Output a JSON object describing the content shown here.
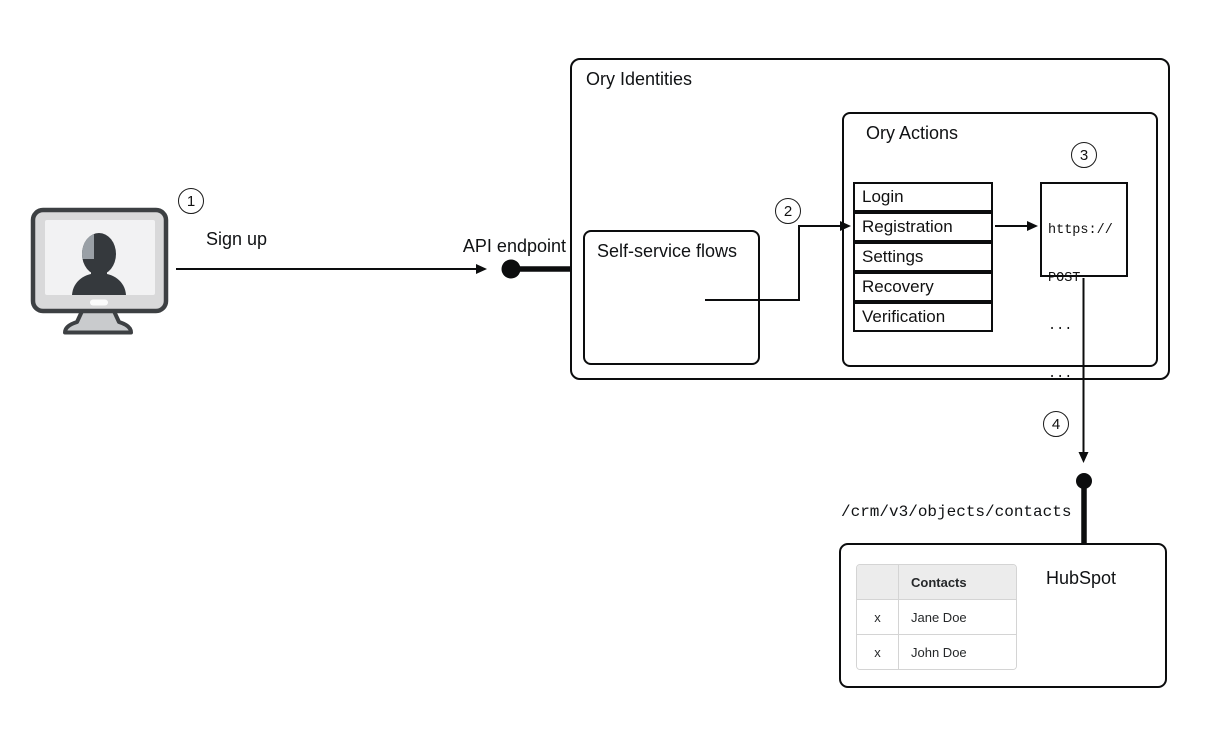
{
  "steps": {
    "s1": "1",
    "s2": "2",
    "s3": "3",
    "s4": "4"
  },
  "labels": {
    "sign_up": "Sign up",
    "api_endpoint": "API endpoint",
    "ory_identities": "Ory Identities",
    "self_service_flows": "Self-service flows",
    "ory_actions": "Ory Actions",
    "hubspot": "HubSpot",
    "contacts_endpoint": "/crm/v3/objects/contacts"
  },
  "flow_list": {
    "items": [
      "Login",
      "Registration",
      "Settings",
      "Recovery",
      "Verification"
    ]
  },
  "webhook_code": {
    "lines": [
      "https://",
      "POST",
      "...",
      "..."
    ]
  },
  "contacts_table": {
    "header": [
      "",
      "Contacts"
    ],
    "rows": [
      [
        "x",
        "Jane Doe"
      ],
      [
        "x",
        "John Doe"
      ]
    ]
  },
  "icons": {
    "user_computer": "user-on-monitor-icon"
  },
  "colors": {
    "line": "#0c0d0e",
    "box_border": "#0c0d0e",
    "table_border": "#d4d4d4",
    "table_header_bg": "#ececec",
    "monitor_body": "#d9d9da",
    "monitor_screen": "#f2f2f3",
    "silhouette": "#35393d",
    "silhouette_highlight": "#9aa0a6"
  }
}
